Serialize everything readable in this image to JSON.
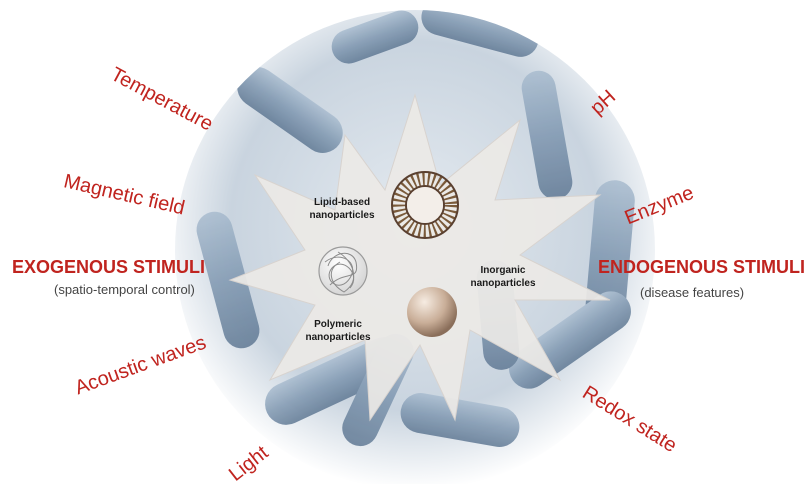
{
  "colors": {
    "stimulus_red": "#c0241f",
    "bacteria_blue": "#8fa6bd",
    "background_circle": "#c9d4df",
    "star_shape": "#ece9e6"
  },
  "exogenous": {
    "heading": "EXOGENOUS STIMULI",
    "subtitle": "(spatio-temporal control)",
    "stimuli": [
      "Temperature",
      "Magnetic field",
      "Acoustic waves",
      "Light"
    ]
  },
  "endogenous": {
    "heading": "ENDOGENOUS STIMULI",
    "subtitle": "(disease features)",
    "stimuli": [
      "pH",
      "Enzyme",
      "Redox state"
    ]
  },
  "nanoparticles": {
    "lipid": "Lipid-based nanoparticles",
    "polymeric": "Polymeric nanoparticles",
    "inorganic": "Inorganic nanoparticles"
  }
}
